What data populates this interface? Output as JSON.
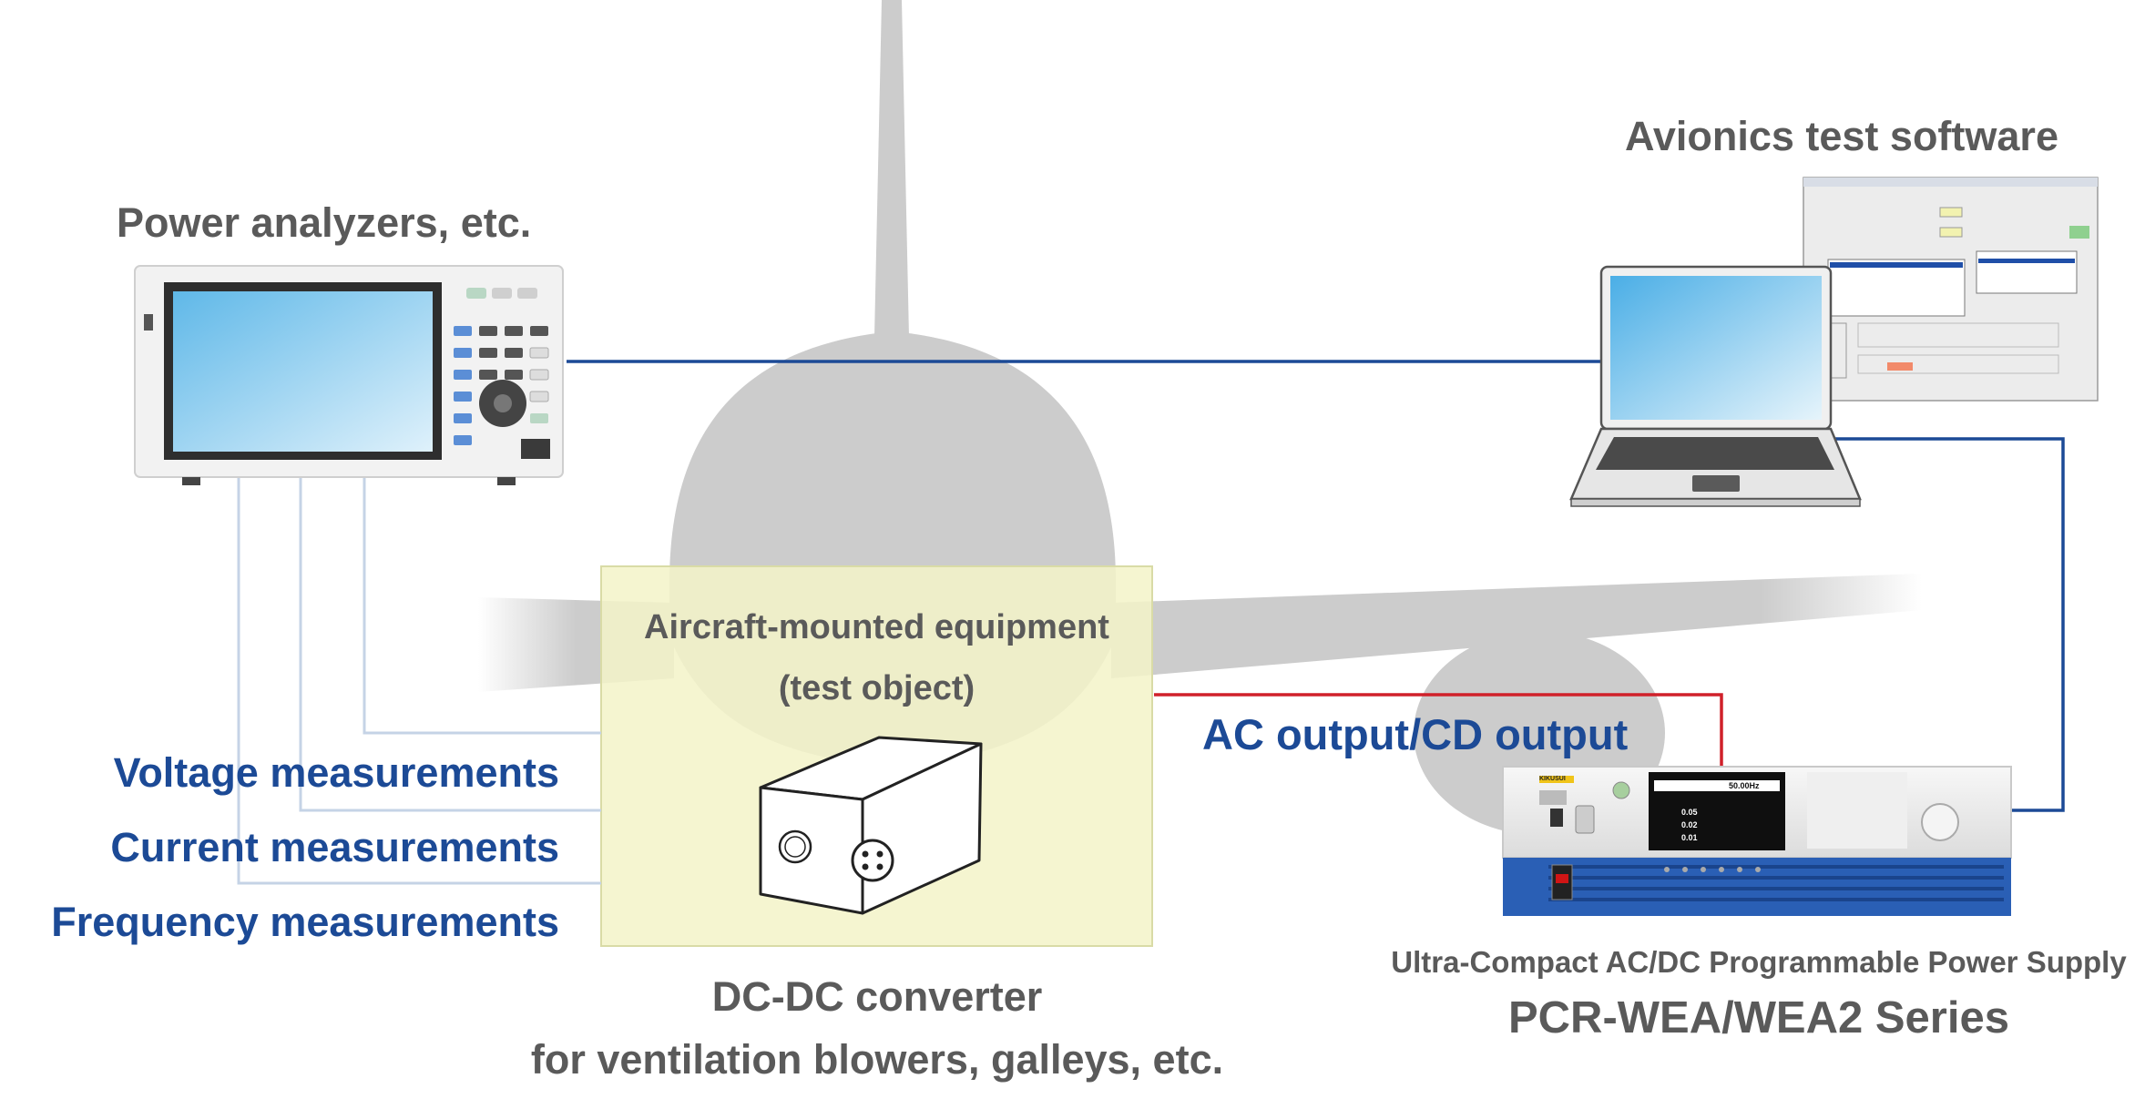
{
  "labels": {
    "power_analyzers": "Power analyzers, etc.",
    "avionics_software": "Avionics test software",
    "equipment_line1": "Aircraft-mounted equipment",
    "equipment_line2": "(test object)",
    "voltage": "Voltage measurements",
    "current": "Current measurements",
    "frequency": "Frequency measurements",
    "ac_output": "AC output/CD output",
    "converter_line1": "DC-DC converter",
    "converter_line2": "for ventilation blowers, galleys, etc.",
    "psu_subtitle": "Ultra-Compact AC/DC Programmable Power Supply",
    "psu_series": "PCR-WEA/WEA2 Series"
  },
  "psu_display": {
    "frequency": "50.00Hz",
    "reading_1": "0.05",
    "reading_2": "0.02",
    "reading_3": "0.01",
    "brand": "KIKUSUI"
  },
  "colors": {
    "aircraft": "#cccccc",
    "test_box_fill": "#f3f3c8",
    "comm_line": "#1c4a96",
    "measure_line": "#c5d3e6",
    "power_line": "#d0202a",
    "psu_base": "#2a5fb5",
    "text_gray": "#5a5a5a",
    "text_blue": "#1c4a96"
  }
}
